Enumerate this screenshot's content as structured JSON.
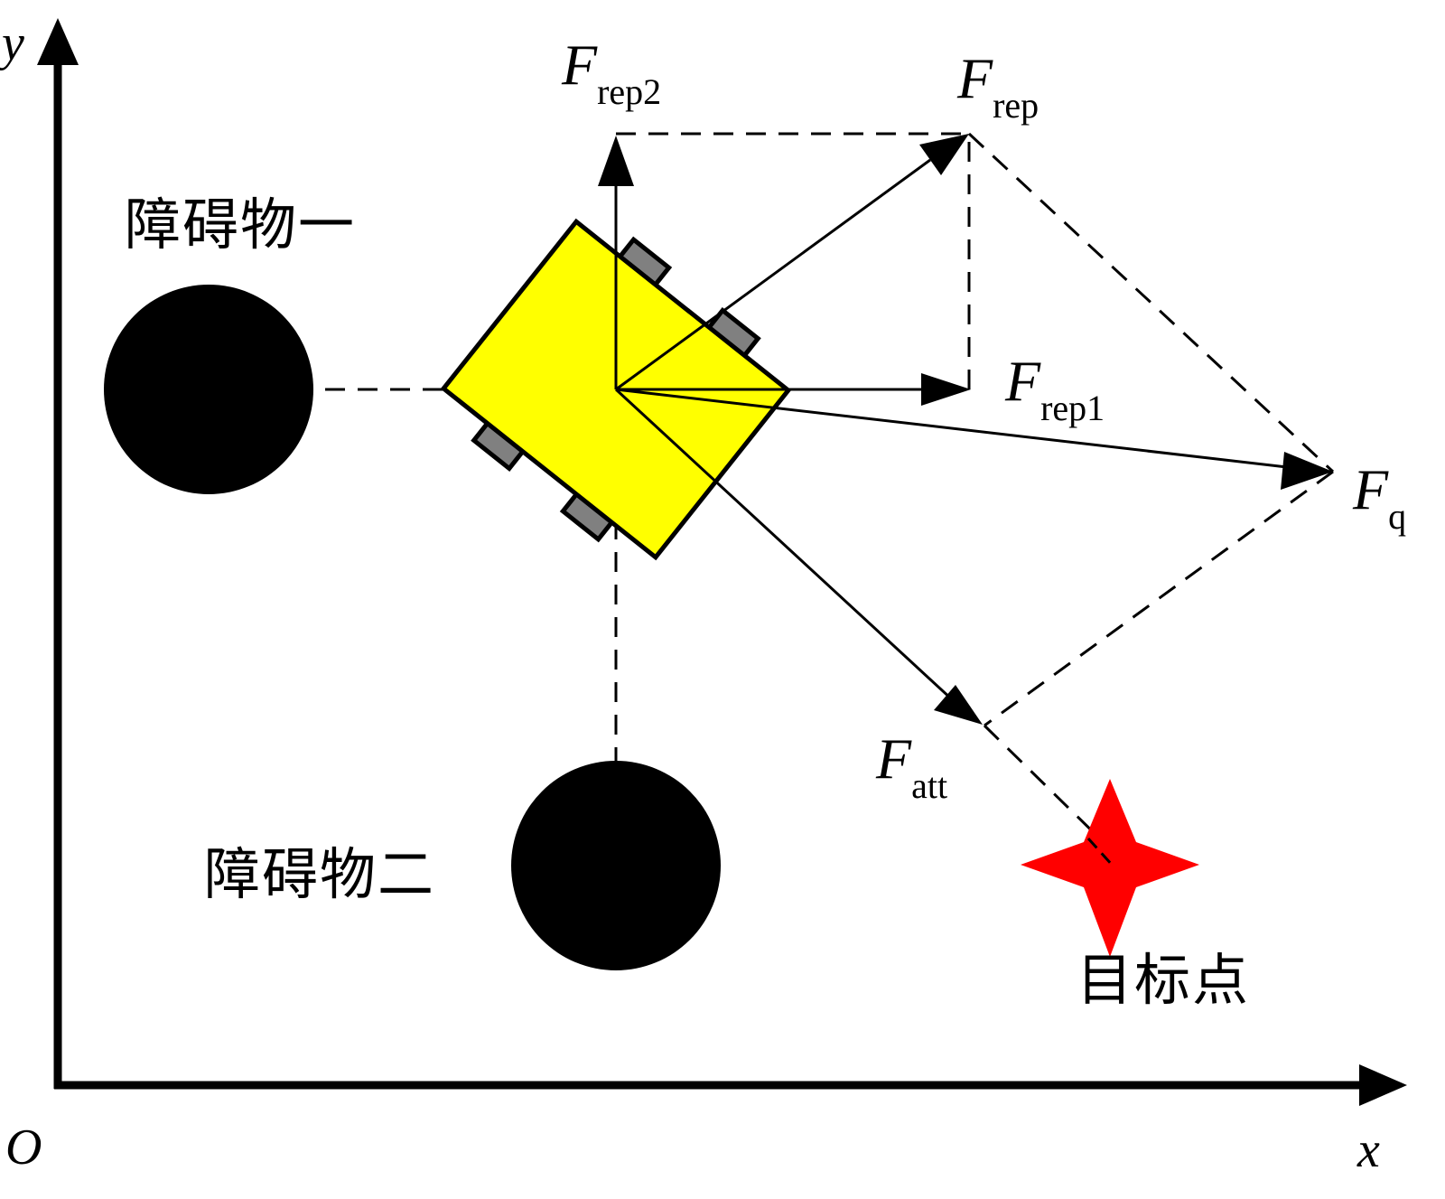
{
  "axes": {
    "x_label": "x",
    "y_label": "y",
    "origin_label": "O"
  },
  "obstacles": [
    {
      "label": "障碍物一"
    },
    {
      "label": "障碍物二"
    }
  ],
  "target": {
    "label": "目标点"
  },
  "forces": {
    "rep2": {
      "main": "F",
      "sub": "rep2"
    },
    "rep": {
      "main": "F",
      "sub": "rep"
    },
    "rep1": {
      "main": "F",
      "sub": "rep1"
    },
    "q": {
      "main": "F",
      "sub": "q"
    },
    "att": {
      "main": "F",
      "sub": "att"
    }
  },
  "colors": {
    "robot_body": "#ffff00",
    "robot_wheel": "#808080",
    "obstacle": "#000000",
    "target": "#ff0000"
  }
}
